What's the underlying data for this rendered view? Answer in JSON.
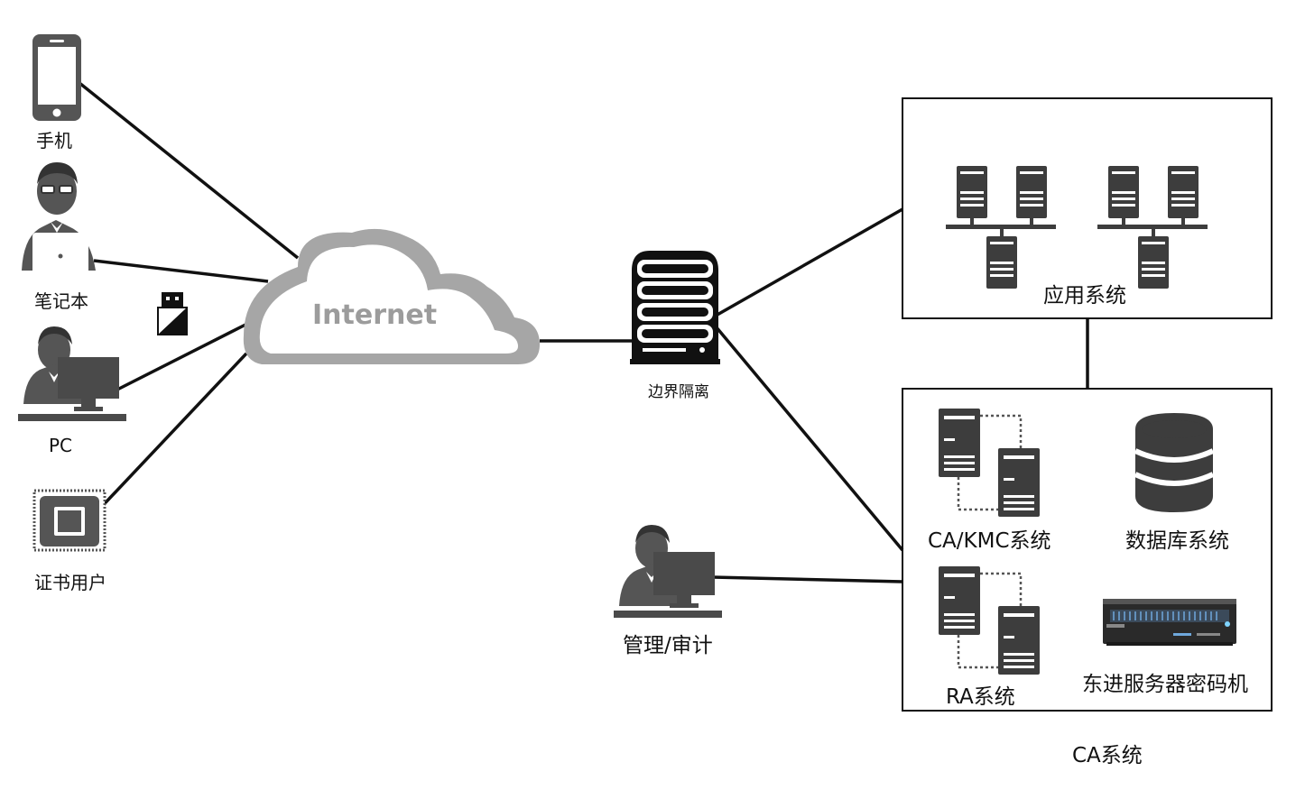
{
  "nodes": {
    "phone": "手机",
    "laptop": "笔记本",
    "pc": "PC",
    "cert_user": "证书用户",
    "internet": "Internet",
    "border_isolation": "边界隔离",
    "admin_audit": "管理/审计",
    "app_system": "应用系统",
    "ca_kmc_system": "CA/KMC系统",
    "database_system": "数据库系统",
    "ra_system": "RA系统",
    "crypto_machine": "东进服务器密码机",
    "ca_system": "CA系统"
  },
  "colors": {
    "icon_gray": "#555555",
    "cloud_gray": "#a6a6a6",
    "line": "#111111"
  }
}
